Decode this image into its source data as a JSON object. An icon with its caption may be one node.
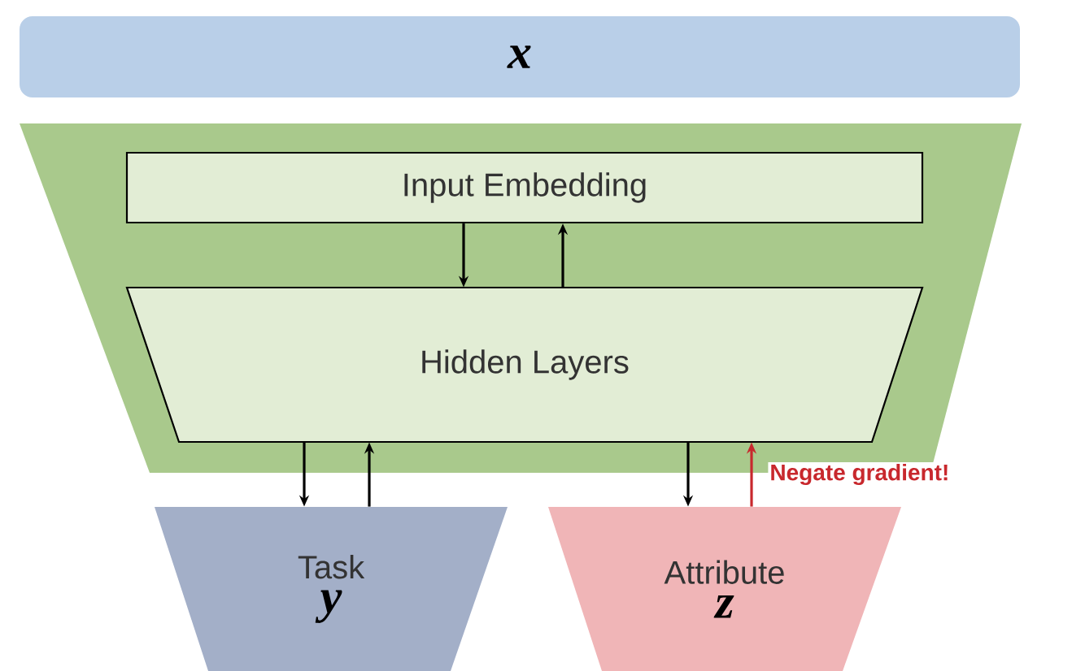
{
  "diagram": {
    "nodes": [
      {
        "text": [
          "x"
        ]
      },
      {
        "text": [],
        "shape": "trapezoid"
      },
      {
        "text": [
          "Input Embedding"
        ],
        "in": 1
      },
      {
        "text": [
          "Hidden Layers"
        ],
        "in": 1
      },
      {
        "text": [
          "Task",
          "y"
        ]
      },
      {
        "text": [
          "Attribute",
          "z"
        ]
      }
    ],
    "edges": [
      {
        "from": 2,
        "to": 3,
        "arrow": "to"
      },
      {
        "from": 3,
        "to": 2,
        "arrow": "to"
      },
      {
        "from": 3,
        "to": 4,
        "arrow": "to"
      },
      {
        "from": 4,
        "to": 3,
        "arrow": "to"
      },
      {
        "from": 3,
        "to": 5,
        "arrow": "to"
      },
      {
        "from": 5,
        "to": 3,
        "arrow": "to",
        "color": "#c8282d",
        "label": "Negate gradient!"
      }
    ]
  }
}
